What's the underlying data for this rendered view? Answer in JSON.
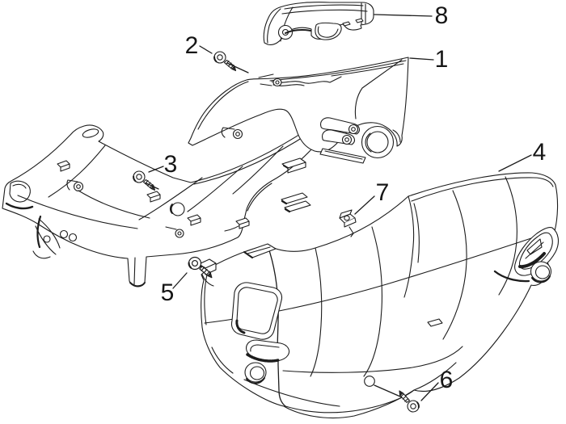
{
  "figure": {
    "kind": "exploded-parts-line-diagram",
    "background_color": "#ffffff",
    "line_color": "#1c1c1c",
    "callouts": [
      {
        "number": "1"
      },
      {
        "number": "2"
      },
      {
        "number": "3"
      },
      {
        "number": "4"
      },
      {
        "number": "5"
      },
      {
        "number": "6"
      },
      {
        "number": "7"
      },
      {
        "number": "8"
      }
    ]
  }
}
